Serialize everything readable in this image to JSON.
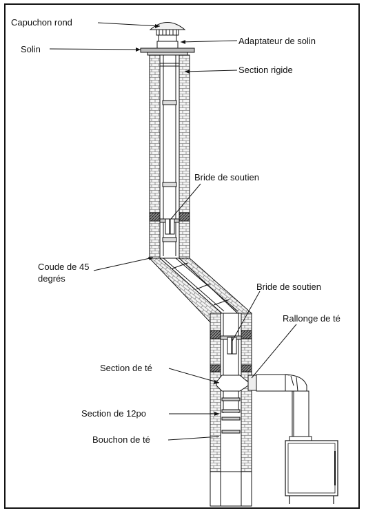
{
  "labels": {
    "capuchon_rond": "Capuchon rond",
    "adaptateur_de_solin": "Adaptateur de solin",
    "solin": "Solin",
    "section_rigide": "Section rigide",
    "bride_de_soutien_1": "Bride de soutien",
    "coude_de_45_line1": "Coude de 45",
    "coude_de_45_line2": "degrés",
    "bride_de_soutien_2": "Bride de soutien",
    "rallonge_de_te": "Rallonge de té",
    "section_de_te": "Section de té",
    "section_de_12po": "Section de 12po",
    "bouchon_de_te": "Bouchon de té"
  },
  "colors": {
    "line": "#111111",
    "brick_fill": "#f2f2f2",
    "insulation": "#444444"
  }
}
